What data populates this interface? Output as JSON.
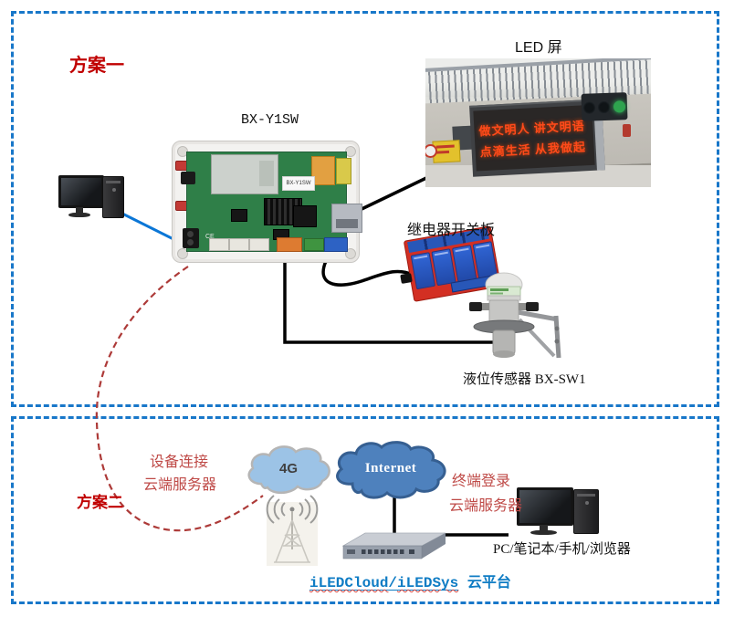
{
  "colors": {
    "box_border": "#1877c9",
    "scheme_title_red": "#c00000",
    "annotation_red": "#bf4a47",
    "dashed_curve_red": "#ad3a38",
    "platform_blue": "#0f7cc4",
    "cloud_4g_fill": "#9cc3e6",
    "cloud_internet_fill": "#4e81bd",
    "pc_link_blue": "#0b76d6",
    "connector_black": "#000000"
  },
  "scheme1": {
    "title": "方案一",
    "board_label": "BX-Y1SW",
    "board_sticker": "BX-Y1SW",
    "board_ce_mark": "CE",
    "led_screen_label": "LED 屏",
    "led_text_line1": "做文明人 讲文明语",
    "led_text_line2": "点滴生活 从我做起",
    "relay_board_label": "继电器开关板",
    "level_sensor_label": "液位传感器 BX-SW1"
  },
  "scheme2": {
    "title": "方案二",
    "device_connect_line1": "设备连接",
    "device_connect_line2": "云端服务器",
    "cloud_4g_label": "4G",
    "cloud_internet_label": "Internet",
    "terminal_login_line1": "终端登录",
    "terminal_login_line2": "云端服务器",
    "client_label": "PC/笔记本/手机/浏览器",
    "platform_cloud": "iLEDCloud",
    "platform_separator": "/",
    "platform_sys": "iLEDSys",
    "platform_suffix": " 云平台"
  }
}
